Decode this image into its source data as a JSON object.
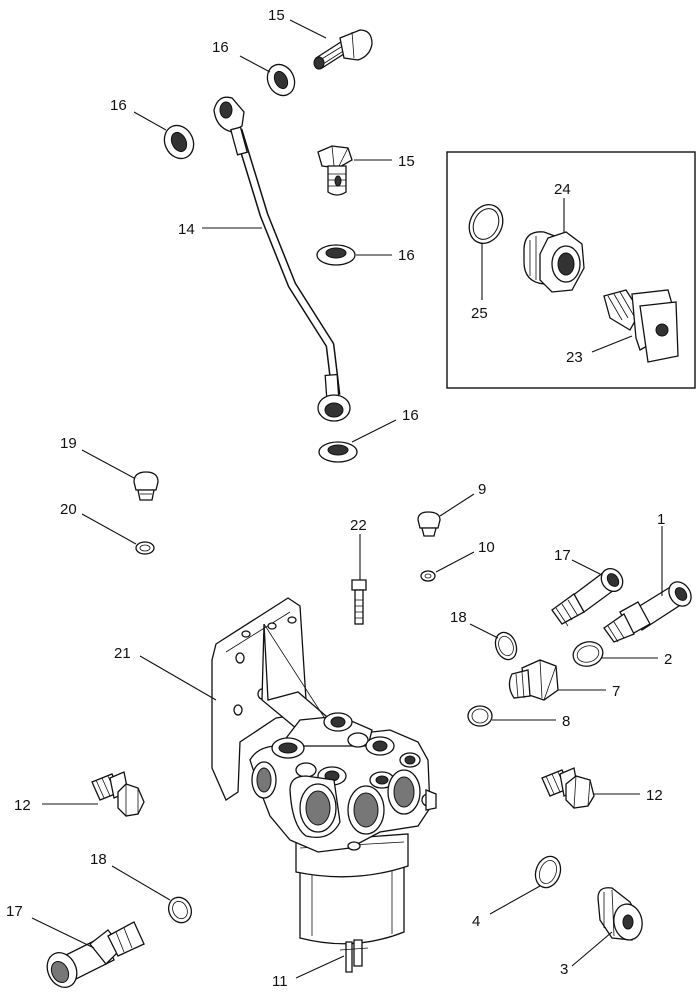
{
  "diagram": {
    "callouts": [
      {
        "id": "c15a",
        "label": "15"
      },
      {
        "id": "c16a",
        "label": "16"
      },
      {
        "id": "c16b",
        "label": "16"
      },
      {
        "id": "c15b",
        "label": "15"
      },
      {
        "id": "c14",
        "label": "14"
      },
      {
        "id": "c16c",
        "label": "16"
      },
      {
        "id": "c16d",
        "label": "16"
      },
      {
        "id": "c24",
        "label": "24"
      },
      {
        "id": "c25",
        "label": "25"
      },
      {
        "id": "c23",
        "label": "23"
      },
      {
        "id": "c19",
        "label": "19"
      },
      {
        "id": "c20",
        "label": "20"
      },
      {
        "id": "c9",
        "label": "9"
      },
      {
        "id": "c22",
        "label": "22"
      },
      {
        "id": "c10",
        "label": "10"
      },
      {
        "id": "c1",
        "label": "1"
      },
      {
        "id": "c17a",
        "label": "17"
      },
      {
        "id": "c18a",
        "label": "18"
      },
      {
        "id": "c2",
        "label": "2"
      },
      {
        "id": "c7",
        "label": "7"
      },
      {
        "id": "c8",
        "label": "8"
      },
      {
        "id": "c21",
        "label": "21"
      },
      {
        "id": "c12a",
        "label": "12"
      },
      {
        "id": "c12b",
        "label": "12"
      },
      {
        "id": "c18b",
        "label": "18"
      },
      {
        "id": "c17b",
        "label": "17"
      },
      {
        "id": "c4",
        "label": "4"
      },
      {
        "id": "c3",
        "label": "3"
      },
      {
        "id": "c11",
        "label": "11"
      }
    ]
  }
}
